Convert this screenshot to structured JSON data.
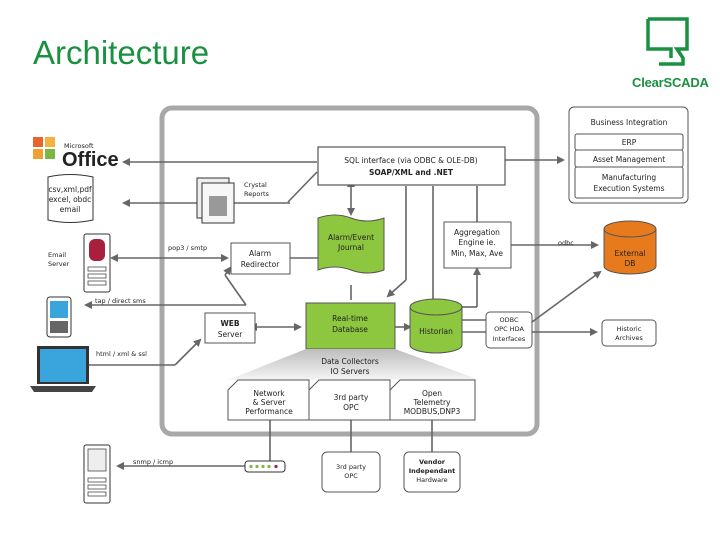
{
  "slide": {
    "title": "Architecture",
    "logo_text": "ClearSCADA",
    "colors": {
      "title_green": "#1a9140",
      "box_green": "#8dc63f",
      "external_db_orange": "#e87a1e",
      "line_gray": "#666666",
      "frame_gray": "#a8a8a8"
    }
  },
  "diagram": {
    "office": {
      "brand_small": "Microsoft",
      "brand_large": "Office"
    },
    "document": {
      "lines": [
        "csv,xml,pdf",
        "excel, obdc",
        "email"
      ]
    },
    "crystal_reports": {
      "lines": [
        "Crystal",
        "Reports"
      ]
    },
    "email_server": {
      "lines": [
        "Email",
        "Server"
      ]
    },
    "protocols": {
      "pop3": "pop3 / smtp",
      "sms": "tap / direct sms",
      "html": "html / xml & ssl",
      "snmp": "snmp / icmp",
      "odbc": "odbc"
    },
    "sql_interface": {
      "lines": [
        "SQL interface (via ODBC & OLE-DB)",
        "SOAP/XML and .NET"
      ]
    },
    "alarm_journal": {
      "lines": [
        "Alarm/Event",
        "Journal"
      ]
    },
    "alarm_redirector": {
      "lines": [
        "Alarm",
        "Redirector"
      ]
    },
    "aggregation": {
      "lines": [
        "Aggregation",
        "Engine ie.",
        "Min, Max, Ave"
      ]
    },
    "web_server": {
      "lines": [
        "WEB",
        "Server"
      ]
    },
    "realtime_db": {
      "lines": [
        "Real-time",
        "Database"
      ]
    },
    "historian": {
      "label": "Historian"
    },
    "odbc_interfaces": {
      "lines": [
        "ODBC",
        "OPC HDA",
        "Interfaces"
      ]
    },
    "data_collectors": {
      "lines": [
        "Data Collectors",
        "IO Servers"
      ]
    },
    "collectors": [
      {
        "lines": [
          "Network",
          "& Server",
          "Performance"
        ]
      },
      {
        "lines": [
          "3rd party",
          "OPC"
        ]
      },
      {
        "lines": [
          "Open",
          "Telemetry",
          "MODBUS,DNP3"
        ]
      }
    ],
    "field_devices": [
      {
        "lines": [
          "3rd party",
          "OPC"
        ]
      },
      {
        "lines": [
          "Vendor",
          "Independant",
          "Hardware"
        ]
      }
    ],
    "business_integration": {
      "title": "Business Integration",
      "items": [
        "ERP",
        "Asset Management",
        "Manufacturing",
        "Execution Systems"
      ]
    },
    "external_db": {
      "lines": [
        "External",
        "DB"
      ]
    },
    "historic_archives": {
      "lines": [
        "Historic",
        "Archives"
      ]
    }
  }
}
